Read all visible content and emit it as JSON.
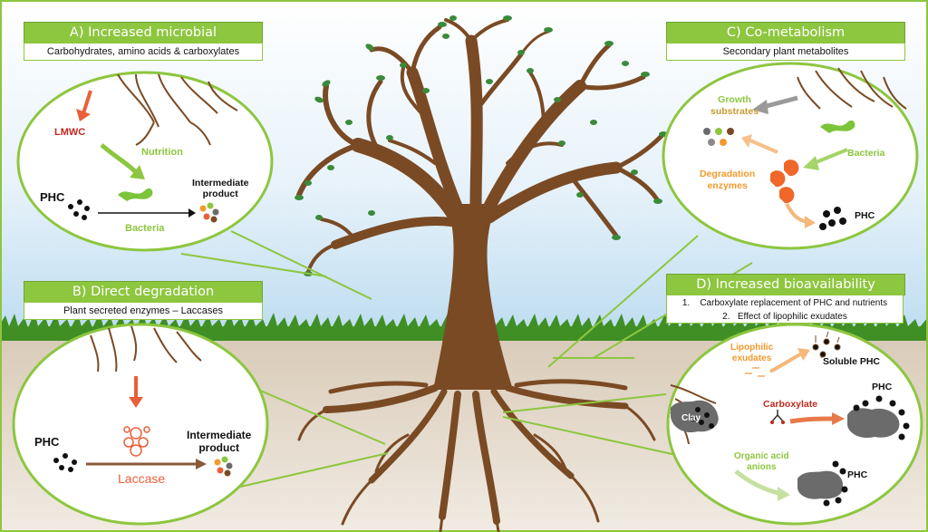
{
  "colors": {
    "panel_green": "#8dc63f",
    "trunk_brown": "#7a4a24",
    "leaf_green": "#3a8a3a",
    "lmwc_red": "#c0291e",
    "enzyme_orange": "#f39a2d",
    "laccase_orange": "#e8603a",
    "bacteria_green": "#7cc43a"
  },
  "panel_a": {
    "title": "A) Increased microbial biomass/activity",
    "subtitle": "Carbohydrates, amino acids & carboxylates",
    "lmwc": "LMWC",
    "nutrition": "Nutrition",
    "phc": "PHC",
    "bacteria": "Bacteria",
    "product_line1": "Intermediate",
    "product_line2": "product"
  },
  "panel_b": {
    "title": "B) Direct degradation",
    "subtitle": "Plant secreted enzymes – Laccases",
    "phc": "PHC",
    "laccase": "Laccase",
    "product_line1": "Intermediate",
    "product_line2": "product"
  },
  "panel_c": {
    "title": "C) Co-metabolism",
    "subtitle": "Secondary plant metabolites",
    "growth_line1": "Growth",
    "growth_line2": "substrates",
    "degradation_line1": "Degradation",
    "degradation_line2": "enzymes",
    "bacteria": "Bacteria",
    "phc": "PHC"
  },
  "panel_d": {
    "title": "D) Increased bioavailability",
    "item1": "1.    Carboxylate replacement of PHC and nutrients",
    "item2": "2.   Effect of lipophilic exudates",
    "lipophilic_line1": "Lipophilic",
    "lipophilic_line2": "exudates",
    "soluble_phc": "Soluble PHC",
    "clay": "Clay",
    "carboxylate": "Carboxylate",
    "phc_top": "PHC",
    "organic_line1": "Organic acid",
    "organic_line2": "anions",
    "phc_bottom": "PHC"
  }
}
